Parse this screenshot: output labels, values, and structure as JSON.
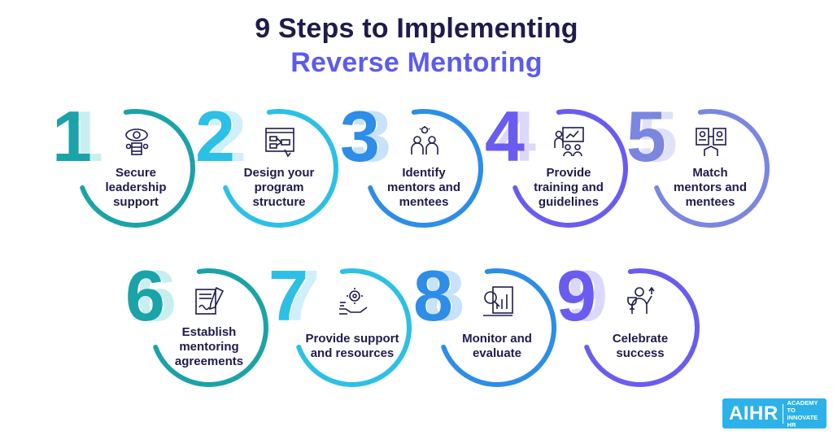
{
  "title": {
    "line1": "9 Steps to Implementing",
    "line2": "Reverse Mentoring"
  },
  "steps": [
    {
      "number": "1",
      "lines": [
        "Secure",
        "leadership",
        "support"
      ],
      "icon": "leadership-eye-icon",
      "color": "#1aa3a8",
      "numColor": "#1aa3a8",
      "numGhost": "#c9eef0"
    },
    {
      "number": "2",
      "lines": [
        "Design your",
        "program",
        "structure"
      ],
      "icon": "program-structure-icon",
      "color": "#2cc0e6",
      "numColor": "#2cc0e6",
      "numGhost": "#cfeffa"
    },
    {
      "number": "3",
      "lines": [
        "Identify",
        "mentors and",
        "mentees"
      ],
      "icon": "mentors-mentees-icon",
      "color": "#2d8de8",
      "numColor": "#2d8de8",
      "numGhost": "#c7e2fa"
    },
    {
      "number": "4",
      "lines": [
        "Provide",
        "training and",
        "guidelines"
      ],
      "icon": "training-presentation-icon",
      "color": "#6a5cf0",
      "numColor": "#6a5cf0",
      "numGhost": "#dcd8fb"
    },
    {
      "number": "5",
      "lines": [
        "Match",
        "mentors and",
        "mentees"
      ],
      "icon": "profile-match-icon",
      "color": "#7b86e0",
      "numColor": "#7b86e0",
      "numGhost": "#dfe2f8"
    },
    {
      "number": "6",
      "lines": [
        "Establish",
        "mentoring",
        "agreements"
      ],
      "icon": "agreement-document-icon",
      "color": "#1aa3a8",
      "numColor": "#1aa3a8",
      "numGhost": "#c9eef0"
    },
    {
      "number": "7",
      "lines": [
        "Provide support",
        "and resources"
      ],
      "icon": "support-gear-hand-icon",
      "color": "#2cc0e6",
      "numColor": "#2cc0e6",
      "numGhost": "#cfeffa"
    },
    {
      "number": "8",
      "lines": [
        "Monitor and",
        "evaluate"
      ],
      "icon": "monitor-chart-icon",
      "color": "#2d8de8",
      "numColor": "#2d8de8",
      "numGhost": "#c7e2fa"
    },
    {
      "number": "9",
      "lines": [
        "Celebrate",
        "success"
      ],
      "icon": "celebrate-trophy-icon",
      "color": "#6a5cf0",
      "numColor": "#6a5cf0",
      "numGhost": "#dcd8fb"
    }
  ],
  "logo": {
    "main": "AIHR",
    "sub_line1": "ACADEMY TO",
    "sub_line2": "INNOVATE HR"
  }
}
